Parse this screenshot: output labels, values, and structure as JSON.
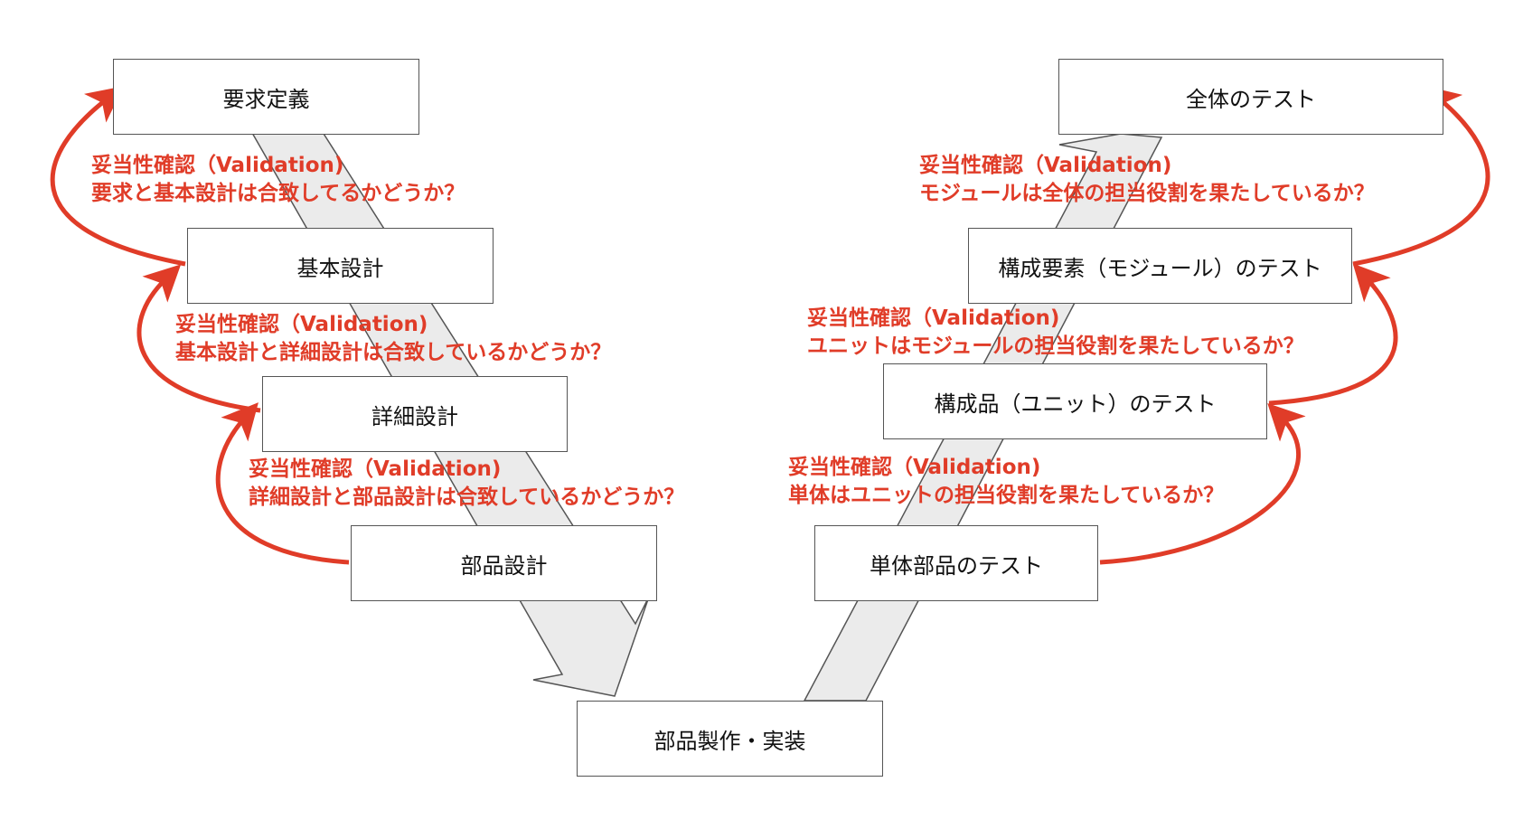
{
  "colors": {
    "validation": "#e03c28",
    "flow_fill": "#ebebeb",
    "flow_stroke": "#555555",
    "box_border": "#555555"
  },
  "boxes": {
    "requirements": "要求定義",
    "basic_design": "基本設計",
    "detail_design": "詳細設計",
    "part_design": "部品設計",
    "implementation": "部品製作・実装",
    "system_test": "全体のテスト",
    "module_test": "構成要素（モジュール）のテスト",
    "unit_test": "構成品（ユニット）のテスト",
    "part_test": "単体部品のテスト"
  },
  "validations": {
    "left_1": {
      "title": "妥当性確認（Validation)",
      "question": "要求と基本設計は合致してるかどうか？"
    },
    "left_2": {
      "title": "妥当性確認（Validation)",
      "question": "基本設計と詳細設計は合致しているかどうか？"
    },
    "left_3": {
      "title": "妥当性確認（Validation)",
      "question": "詳細設計と部品設計は合致しているかどうか？"
    },
    "right_1": {
      "title": "妥当性確認（Validation)",
      "question": "モジュールは全体の担当役割を果たしているか？"
    },
    "right_2": {
      "title": "妥当性確認（Validation)",
      "question": "ユニットはモジュールの担当役割を果たしているか？"
    },
    "right_3": {
      "title": "妥当性確認（Validation)",
      "question": "単体はユニットの担当役割を果たしているか？"
    }
  }
}
